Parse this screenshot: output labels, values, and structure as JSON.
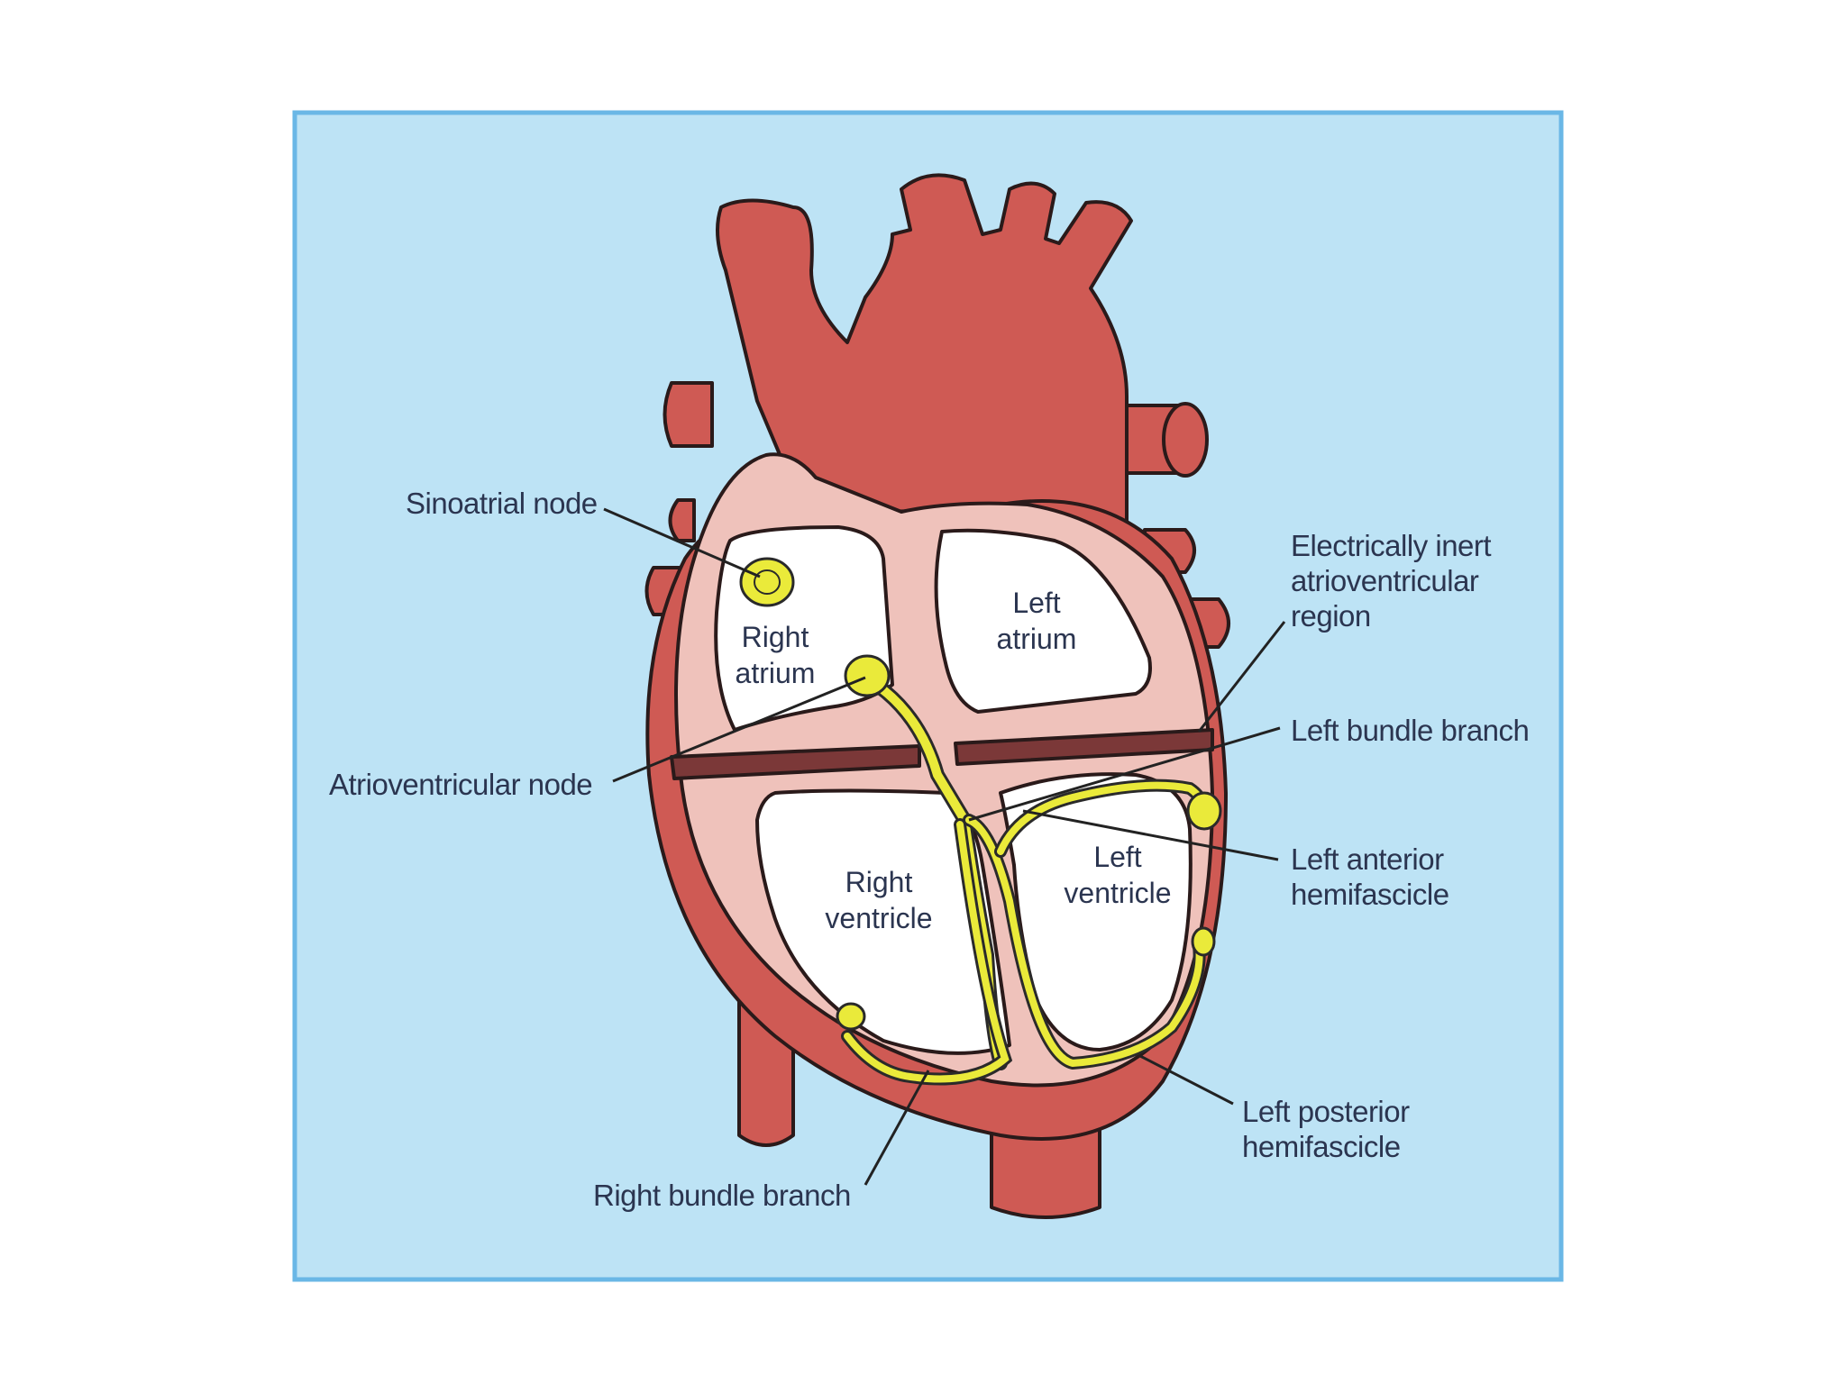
{
  "diagram": {
    "labels": {
      "sinoatrial_node": "Sinoatrial node",
      "electrically_inert_line1": "Electrically inert",
      "electrically_inert_line2": "atrioventricular",
      "electrically_inert_line3": "region",
      "left_bundle_branch": "Left bundle branch",
      "atrioventricular_node": "Atrioventricular node",
      "left_anterior_line1": "Left anterior",
      "left_anterior_line2": "hemifascicle",
      "left_posterior_line1": "Left posterior",
      "left_posterior_line2": "hemifascicle",
      "right_bundle_branch": "Right bundle branch"
    },
    "chambers": {
      "right_atrium_line1": "Right",
      "right_atrium_line2": "atrium",
      "left_atrium_line1": "Left",
      "left_atrium_line2": "atrium",
      "right_ventricle_line1": "Right",
      "right_ventricle_line2": "ventricle",
      "left_ventricle_line1": "Left",
      "left_ventricle_line2": "ventricle"
    },
    "colors": {
      "background": "#bde3f5",
      "frame": "#6ab7e6",
      "muscle": "#cf5a54",
      "wall": "#efc2bb",
      "conduction": "#eaea3a",
      "inert_band": "#7b3838"
    }
  }
}
